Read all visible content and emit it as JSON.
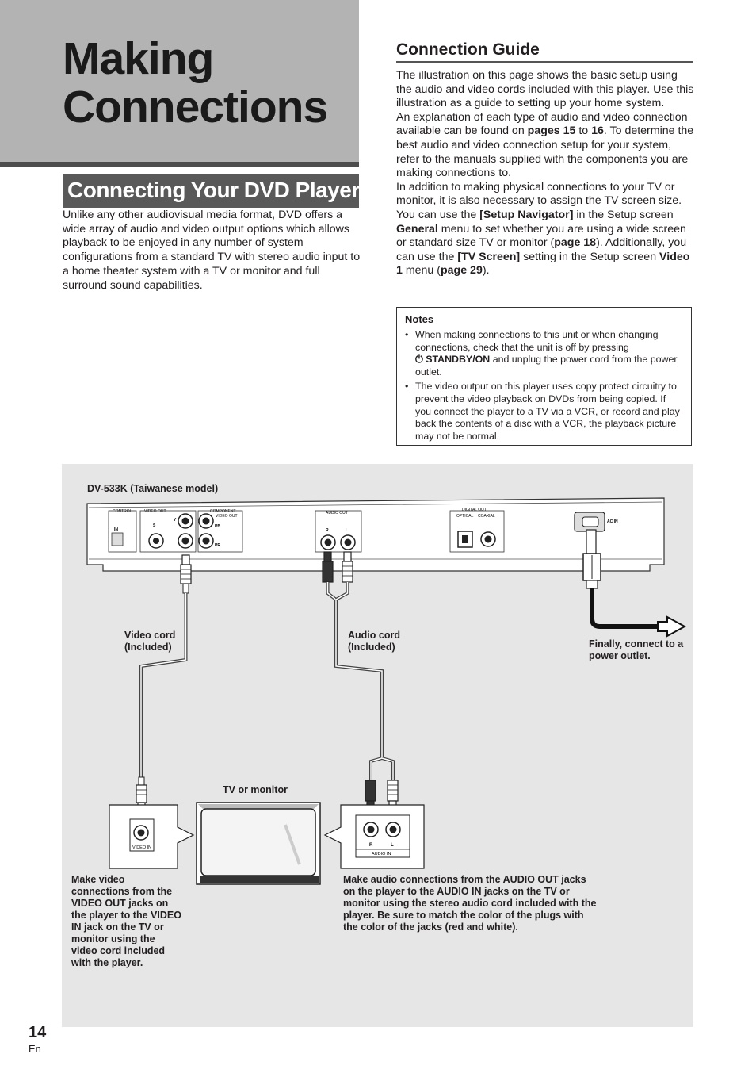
{
  "header": {
    "title_line1": "Making",
    "title_line2": "Connections"
  },
  "section": {
    "title": "Connecting Your DVD Player"
  },
  "intro": "Unlike any other audiovisual media format, DVD offers a wide array of audio and video output options which allows playback to be enjoyed in any number of system configurations from a standard TV with stereo audio input to a home theater system with a TV or monitor and full surround sound capabilities.",
  "guide": {
    "title": "Connection Guide",
    "p1": "The illustration on this page shows the basic setup using the audio and video cords included with this player. Use this illustration as a guide to setting up your home system.",
    "p2_a": "An explanation of each type of audio and video connection available can be found on ",
    "p2_pages": "pages 15",
    "p2_to": " to ",
    "p2_16": "16",
    "p2_b": ". To determine the best audio and video connection setup for your system, refer to the manuals supplied with the components you are making connections to.",
    "p3_a": "In addition to making physical connections to your TV or monitor, it is also necessary to assign the TV screen size. You can use the ",
    "p3_nav": "[Setup Navigator]",
    "p3_b": " in the Setup screen ",
    "p3_general": "General",
    "p3_c": " menu to set whether you are using a wide screen or standard size TV or monitor (",
    "p3_page18": "page 18",
    "p3_d": "). Additionally, you can use the ",
    "p3_tv": "[TV Screen]",
    "p3_e": " setting in the Setup screen ",
    "p3_video": "Video 1",
    "p3_f": " menu (",
    "p3_page29": "page 29",
    "p3_g": ")."
  },
  "notes": {
    "title": "Notes",
    "bullet": "•",
    "n1_a": "When making connections to this unit or when changing connections, check that the unit is off by pressing",
    "n1_key": "⏻ STANDBY/ON",
    "n1_b": " and unplug the power cord from the power outlet.",
    "n2": "The video output on this player uses copy protect circuitry to prevent the video playback on DVDs from being copied. If you connect the player to a TV via a VCR, or record and play back the contents of a disc with a VCR, the playback picture may not be normal."
  },
  "diagram": {
    "model_label": "DV-533K (Taiwanese model)",
    "panel_labels": {
      "control": "CONTROL",
      "in": "IN",
      "video_out": "VIDEO OUT",
      "s": "S",
      "component_1": "COMPONENT",
      "component_2": "VIDEO OUT",
      "y": "Y",
      "pb": "PB",
      "pr": "PR",
      "audio_out": "AUDIO OUT",
      "r": "R",
      "l": "L",
      "digital_out": "DIGITAL OUT",
      "optical": "OPTICAL",
      "coaxial": "COAXIAL",
      "ac_in": "AC IN",
      "video_in": "VIDEO IN",
      "audio_in": "AUDIO IN"
    },
    "video_cord_1": "Video cord",
    "video_cord_2": "(Included)",
    "audio_cord_1": "Audio cord",
    "audio_cord_2": "(Included)",
    "power_1": "Finally, connect to a",
    "power_2": "power outlet.",
    "tv_label": "TV or monitor",
    "video_caption": "Make video connections from the VIDEO OUT jacks on the player to the VIDEO IN jack on the TV or monitor using the video cord included with the player.",
    "audio_caption": "Make audio connections from the AUDIO OUT jacks on the player to the AUDIO IN jacks on the TV or monitor using the stereo audio cord included with the player. Be sure to match the color of the plugs with the color of the jacks (red and white)."
  },
  "footer": {
    "page_number": "14",
    "lang": "En"
  }
}
